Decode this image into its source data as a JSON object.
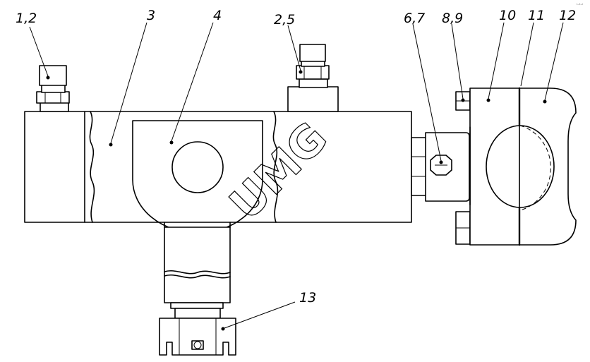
{
  "labels": {
    "l1": "1,2",
    "l2": "3",
    "l3": "4",
    "l4": "2,5",
    "l5": "6,7",
    "l6": "8,9",
    "l7": "10",
    "l8": "11",
    "l9": "12",
    "l10": "13"
  },
  "watermark": "UMG",
  "corner_mark": "¹⁻³⁻²"
}
